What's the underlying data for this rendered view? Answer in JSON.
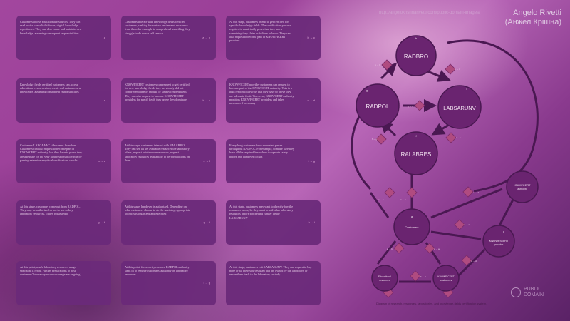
{
  "author": {
    "name": "Angelo Rivetti",
    "name_ua": "(Анжел Крішна)"
  },
  "url": "http://angelokrishnarivetti.com/public-domain-images/",
  "cards": [
    {
      "text": "Customers access educational resources. They can read books, consult databases, digital knowledge repositories. They can also create and maintain new knowledge, assuming consequent responsibilities",
      "num": "a"
    },
    {
      "text": "Customers interact with knowledge fields certified customers, seeking for various on demand assistance from them for example to comprehend something they struggle to do so via self service",
      "num": "a → b"
    },
    {
      "text": "At this stage, customers intend to get certified for specific knowledge fields. The certification process requires to empirically prove that they know something they claim or believe to know. They can also request to become part of KNOWFICERT provider",
      "num": "b → c"
    },
    {
      "text": "Knowledge fields certified customers can access educational resources too, create and maintain new knowledge, assuming consequent responsibilities",
      "num": "a"
    },
    {
      "text": "KNOWFICERT customers can request to get certified for new knowledge fields they previously did not comprehend deeply enough or simply ignored them. They can also request to become KNOWFICERT providers for specif fields they prove they dominate",
      "num": "b → c"
    },
    {
      "text": "KNOWFICERT provider customers can request to become part of the KNOWCERT authority. This is a high responsibility role that they have to prove they are adequate for it. Viceversa, KNOWCERT authority monitors KNOWFICERT providers and takes measures if necessary",
      "num": "c → d"
    },
    {
      "text": "Customers LABCAAAC side comes from here. Customers can also request to become part of KNOWCERT authority, but they have to prove they are adequate for the very high responsibility role by passing extensive empirical verifications checks",
      "num": "a → e"
    },
    {
      "text": "At this stage, customers interact with RALABRES. They can see all the available resources the laboratory offers, request to introduce resources, request laboratory resources availability to perform actions on them",
      "num": "e → f"
    },
    {
      "text": "Everything customers have requested passes throughout RADPOL. For example, to make sure they have all the required know-how to operate safely before any handover occurs",
      "num": "f → g"
    },
    {
      "text": "At this stage, customers come out from RADPOL. They may be authorized or not to use or buy laboratory resources, if they requested it",
      "num": "g → h"
    },
    {
      "text": "At this stage, handover is authorized. Depending on what customers choose to do the next step, appropriate logistics is organized and executed",
      "num": "g → i"
    },
    {
      "text": "At this stage, customers may want to directly buy the resources or maybe they want to add other laboratory resources before proceeding further inside LABSARUNV",
      "num": "h → i"
    },
    {
      "text": "At this point, a safe laboratory resources usage specialist is ready. Further preparations to host customers' laboratory resources usage are ongoing",
      "num": "i"
    },
    {
      "text": "At this point, for security reasons, RADPOL authority steps in to remove customers' authority on laboratory resources",
      "num": "i → g"
    },
    {
      "text": "At this stage, customers exit LABSARUNV. They can request to buy none or all the resources used that are owned by the laboratory or return them back to the laboratory custody",
      "num": "h → a"
    }
  ],
  "nodes": {
    "radbro": {
      "label": "RADBRO",
      "letter": "h"
    },
    "radpol": {
      "label": "RADPOL",
      "letter": "g"
    },
    "labsarunv": {
      "label": "LABSARUNV",
      "letter": "i"
    },
    "ralabres": {
      "label": "RALABRES",
      "letter": "f"
    },
    "knowcert": {
      "label": "KNOWCERT",
      "sub": "authority"
    },
    "customers": {
      "label": "Customers",
      "letter": "a"
    },
    "knowficert": {
      "label": "KNOWFICERT",
      "sub": "provider",
      "letter": "d"
    },
    "educational": {
      "label": "Educational",
      "sub": "resources"
    },
    "knowficert_cust": {
      "label": "KNOWFICERT",
      "sub": "customers"
    }
  },
  "edges": [
    "h → i",
    "g → h",
    "g → i",
    "i → f",
    "f → g",
    "a → e",
    "e → f",
    "a → d",
    "d → c",
    "c → a",
    "a → b",
    "b → a",
    "c → d"
  ],
  "footer": "Diagram of research, resources, laboratories, and knowledge-fields certification system.",
  "public_domain": {
    "l1": "PUBLIC",
    "l2": "DOMAIN"
  },
  "colors": {
    "node": "#6a2470",
    "card": "#6b2a7a",
    "diamond": "#b04b80",
    "line": "#4a1852"
  }
}
